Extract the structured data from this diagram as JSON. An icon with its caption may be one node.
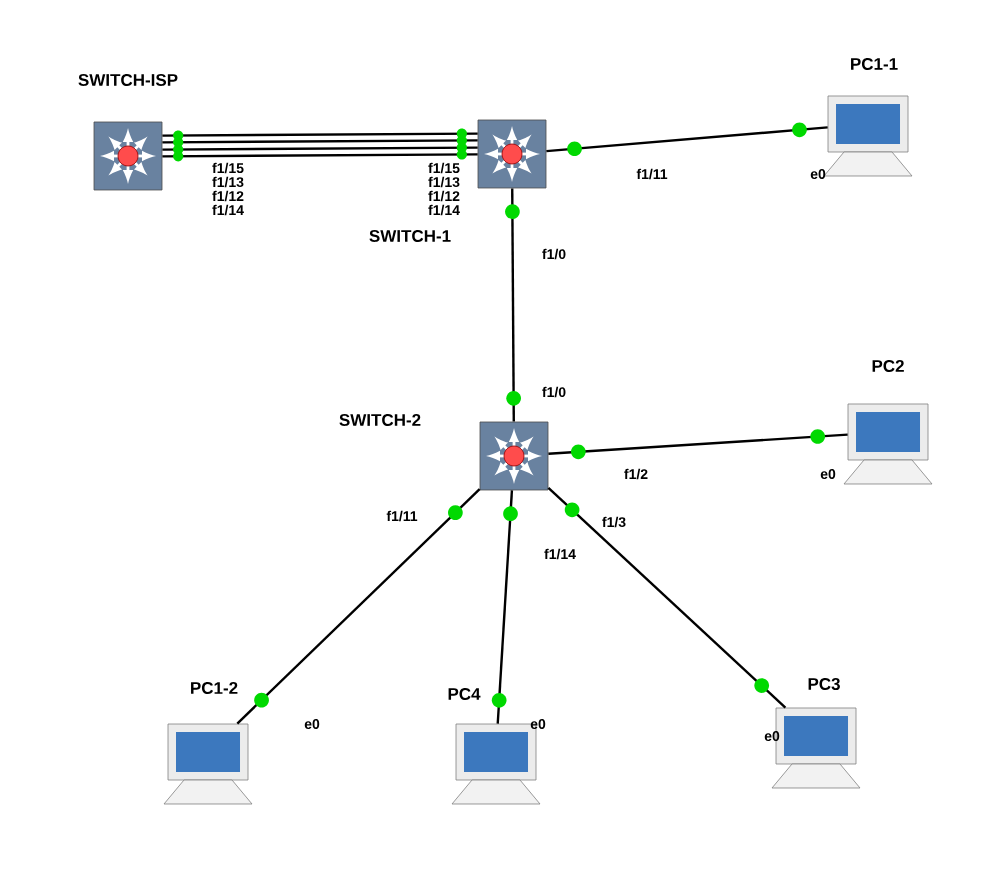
{
  "diagram": {
    "nodes": [
      {
        "text": [
          "SWITCH-ISP"
        ]
      },
      {
        "text": [
          "PC1-1"
        ]
      },
      {
        "text": [
          "SWITCH-1"
        ]
      },
      {
        "text": [
          "PC2"
        ]
      },
      {
        "text": [
          "SWITCH-2"
        ]
      },
      {
        "text": [
          "PC1-2"
        ]
      },
      {
        "text": [
          "PC4"
        ]
      },
      {
        "text": [
          "PC3"
        ]
      }
    ],
    "edges": [
      {
        "from": 0,
        "to": 2,
        "arrow": "none"
      },
      {
        "from": 0,
        "to": 2,
        "arrow": "none"
      },
      {
        "from": 0,
        "to": 2,
        "arrow": "none"
      },
      {
        "from": 0,
        "to": 2,
        "arrow": "none"
      },
      {
        "from": 2,
        "to": 1,
        "arrow": "none"
      },
      {
        "from": 2,
        "to": 4,
        "arrow": "none"
      },
      {
        "from": 4,
        "to": 3,
        "arrow": "none"
      },
      {
        "from": 4,
        "to": 5,
        "arrow": "none"
      },
      {
        "from": 4,
        "to": 6,
        "arrow": "none"
      },
      {
        "from": 4,
        "to": 7,
        "arrow": "none"
      }
    ],
    "labels": [
      "f1/15",
      "f1/13",
      "f1/12",
      "f1/14",
      "f1/15",
      "f1/13",
      "f1/12",
      "f1/14",
      "f1/11",
      "e0",
      "f1/0",
      "f1/0",
      "f1/2",
      "e0",
      "f1/11",
      "f1/14",
      "f1/3",
      "e0",
      "e0",
      "e0"
    ]
  }
}
